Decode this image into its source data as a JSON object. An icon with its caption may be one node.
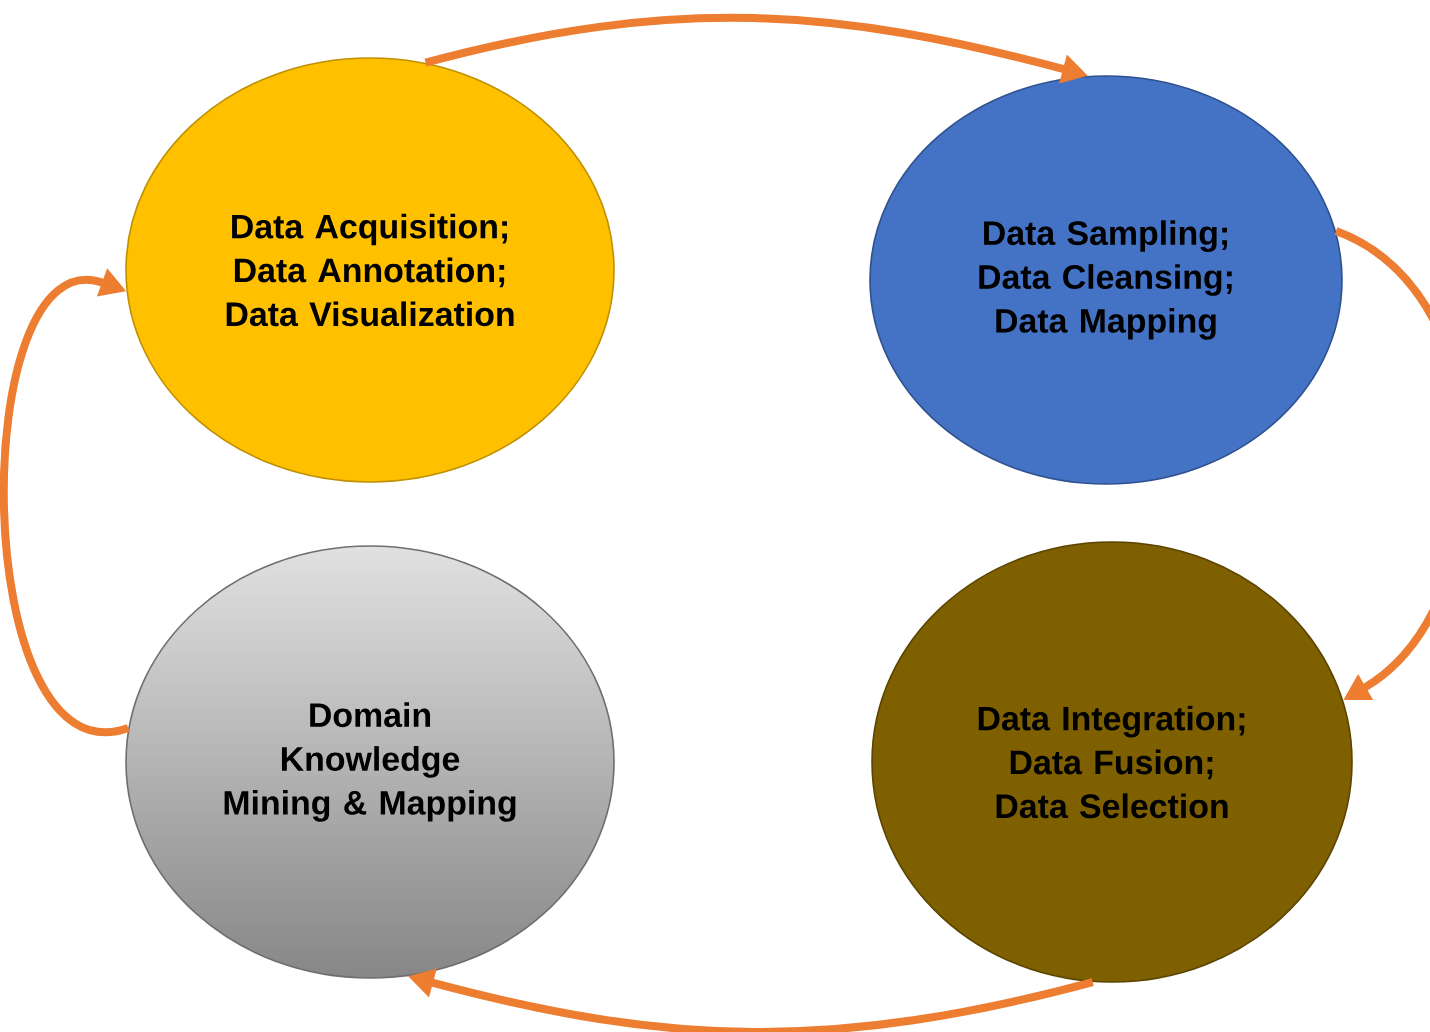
{
  "diagram": {
    "nodes": [
      {
        "text": [
          "Data Acquisition; Data Annotation; Data Visualization"
        ]
      },
      {
        "text": [
          "Data Sampling; Data Cleansing; Data Mapping"
        ]
      },
      {
        "text": [
          "Data Integration; Data Fusion; Data Selection"
        ]
      },
      {
        "text": [
          "Domain Knowledge Mining & Mapping"
        ]
      }
    ],
    "edges": [
      {
        "from": 0,
        "to": 1,
        "arrow": "to"
      },
      {
        "from": 1,
        "to": 2,
        "arrow": "to"
      },
      {
        "from": 2,
        "to": 3,
        "arrow": "to"
      },
      {
        "from": 3,
        "to": 0,
        "arrow": "to"
      }
    ]
  }
}
